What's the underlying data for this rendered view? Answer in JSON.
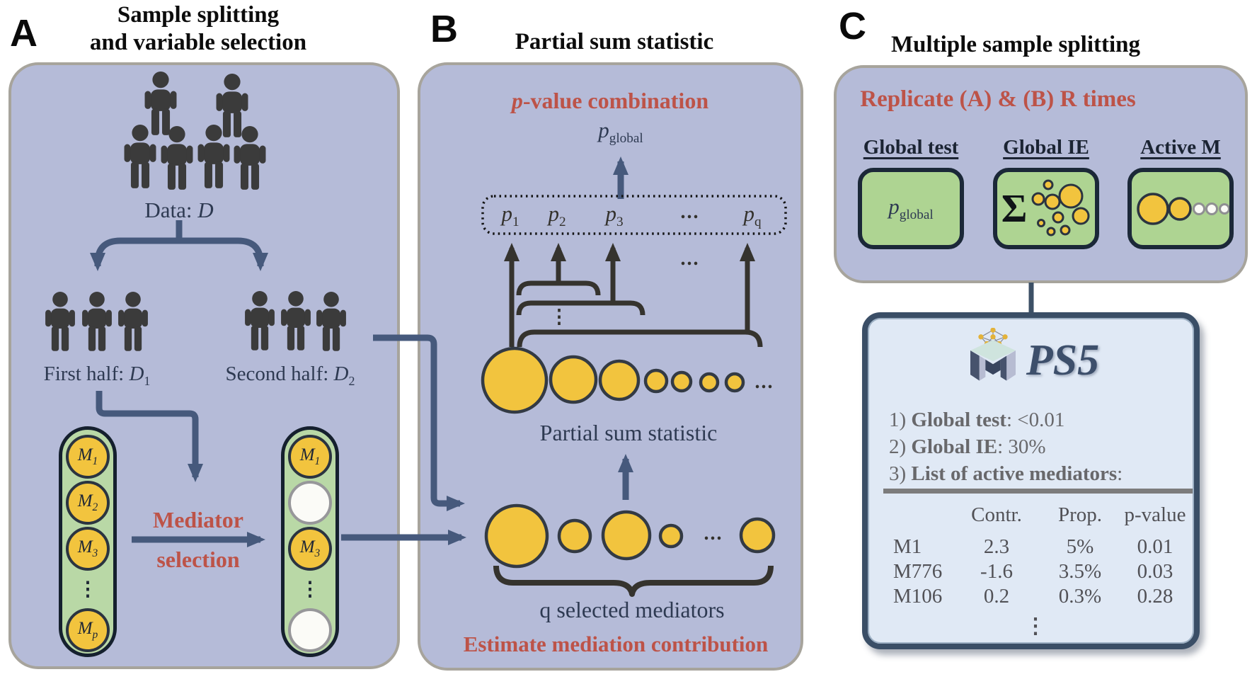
{
  "colors": {
    "panel_bg": "#b5bbd8",
    "panel_border": "#a7a49c",
    "arrow_navy": "#46597c",
    "arrow_dark": "#35332e",
    "accent_red": "#bd5348",
    "circle_yellow": "#f2c43e",
    "pill_green": "#b9d8a6",
    "box_green": "#aed492",
    "result_bg": "#e0e9f5",
    "result_border": "#3a4e66"
  },
  "icons": {
    "person": "standing-person pictogram",
    "sigma": "Σ",
    "network": "node-graph on 3D letter M",
    "dots_vertical": "⋮",
    "dots_horizontal": "..."
  },
  "panelA": {
    "letter": "A",
    "title1": "Sample splitting",
    "title2": "and variable selection",
    "data": {
      "prefix": "Data: ",
      "symbol": "D"
    },
    "firstHalf": {
      "prefix": "First half: ",
      "symbol": "D",
      "sub": "1"
    },
    "secondHalf": {
      "prefix": "Second half: ",
      "symbol": "D",
      "sub": "2"
    },
    "mediator1": "Mediator",
    "mediator2": "selection",
    "pillFull": [
      {
        "base": "M",
        "sub": "1"
      },
      {
        "base": "M",
        "sub": "2"
      },
      {
        "base": "M",
        "sub": "3"
      },
      {
        "dots": "⋮"
      },
      {
        "base": "M",
        "sub": "p"
      }
    ],
    "pillSelected": [
      {
        "base": "M",
        "sub": "1"
      },
      {},
      {
        "base": "M",
        "sub": "3"
      },
      {
        "dots": "⋮"
      },
      {}
    ]
  },
  "panelB": {
    "letter": "B",
    "title": "Partial sum statistic",
    "pvalueCombination": {
      "p": "p",
      "rest": "-value combination"
    },
    "pglobal": {
      "base": "p",
      "sub": "global"
    },
    "pvals": [
      {
        "base": "p",
        "sub": "1"
      },
      {
        "base": "p",
        "sub": "2"
      },
      {
        "base": "p",
        "sub": "3"
      },
      {
        "dots": "..."
      },
      {
        "base": "p",
        "sub": "q"
      }
    ],
    "ellipsisTop": "...",
    "bracketDots": "⋮",
    "rowTopEllipsis": "...",
    "partialSumLabel": "Partial sum statistic",
    "rowBottomEllipsis": "...",
    "qSelected": "q selected mediators",
    "estimate": "Estimate mediation contribution"
  },
  "panelC": {
    "letter": "C",
    "title": "Multiple sample splitting",
    "replicate": "Replicate (A) & (B) R times",
    "globalTest": {
      "label": "Global test",
      "value": {
        "base": "p",
        "sub": "global"
      }
    },
    "globalIE": {
      "label": "Global IE",
      "sigma": "Σ"
    },
    "activeM": {
      "label": "Active M"
    },
    "result": {
      "logoText": "PS5",
      "items": [
        {
          "num": "1) ",
          "label": "Global test",
          "value": ": <0.01"
        },
        {
          "num": "2) ",
          "label": "Global IE",
          "value": ": 30%"
        },
        {
          "num": "3) ",
          "label": "List of active mediators",
          "value": ":"
        }
      ],
      "table": {
        "headers": [
          "",
          "Contr.",
          "Prop.",
          "p-value"
        ],
        "rows": [
          [
            "M1",
            "2.3",
            "5%",
            "0.01"
          ],
          [
            "M776",
            "-1.6",
            "3.5%",
            "0.03"
          ],
          [
            "M106",
            "0.2",
            "0.3%",
            "0.28"
          ]
        ],
        "moreDots": "⋮"
      }
    }
  }
}
